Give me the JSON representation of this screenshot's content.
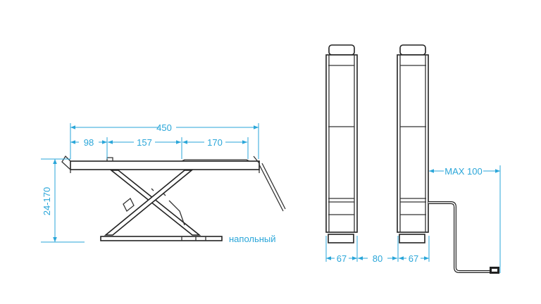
{
  "colors": {
    "dimension": "#2aa6d9",
    "outline": "#222222"
  },
  "side_view": {
    "total_length": "450",
    "segment_1": "98",
    "segment_2": "157",
    "segment_3": "170",
    "height_range": "24-170",
    "mount_type": "напольный"
  },
  "front_view": {
    "column_width_left": "67",
    "gap": "80",
    "column_width_right": "67",
    "cable_reach": "MAX 100"
  }
}
